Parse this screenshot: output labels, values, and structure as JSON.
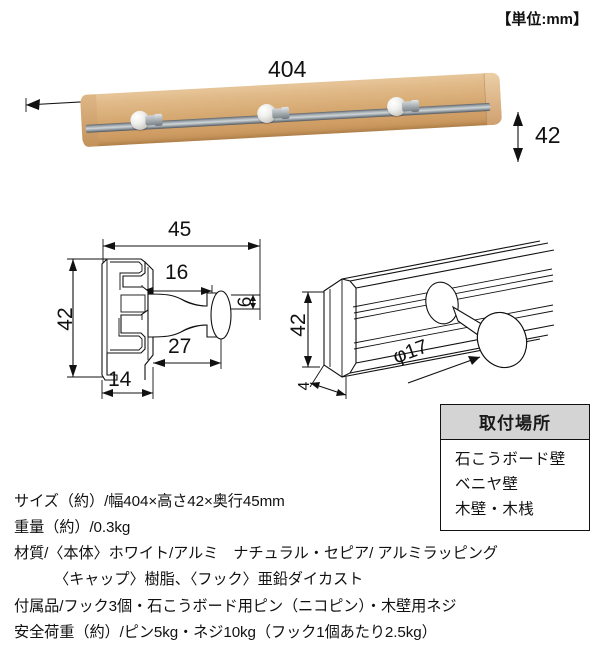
{
  "unit_note": "【単位:mm】",
  "photo": {
    "width_label": "404",
    "height_label": "42",
    "alt": "wood hook rail photo"
  },
  "cross_section": {
    "depth_label": "45",
    "hook_span_label": "16",
    "height_label": "42",
    "hook_thickness_label": "6",
    "hook_projection_label": "27",
    "body_depth_label": "14"
  },
  "iso_view": {
    "height_label": "42",
    "end_label": "4",
    "knob_diameter_label": "φ17"
  },
  "install_table": {
    "header": "取付場所",
    "rows": [
      "石こうボード壁",
      "ベニヤ壁",
      "木壁・木桟"
    ]
  },
  "spec": {
    "lines": [
      {
        "text": "サイズ（約）/幅404×高さ42×奥行45mm",
        "indent": false
      },
      {
        "text": "重量（約）/0.3kg",
        "indent": false
      },
      {
        "text": "材質/〈本体〉ホワイト/アルミ　ナチュラル・セピア/ アルミラッピング",
        "indent": false
      },
      {
        "text": "〈キャップ〉樹脂、〈フック〉亜鉛ダイカスト",
        "indent": true
      },
      {
        "text": "付属品/フック3個・石こうボード用ピン（ニコピン）・木壁用ネジ",
        "indent": false
      },
      {
        "text": "安全荷重（約）/ピン5kg・ネジ10kg（フック1個あたり2.5kg）",
        "indent": false
      }
    ]
  },
  "colors": {
    "wood": "#d9ae78",
    "metal": "#9aa2a8",
    "line": "#111111",
    "table_header_bg": "#d4d4d4"
  }
}
